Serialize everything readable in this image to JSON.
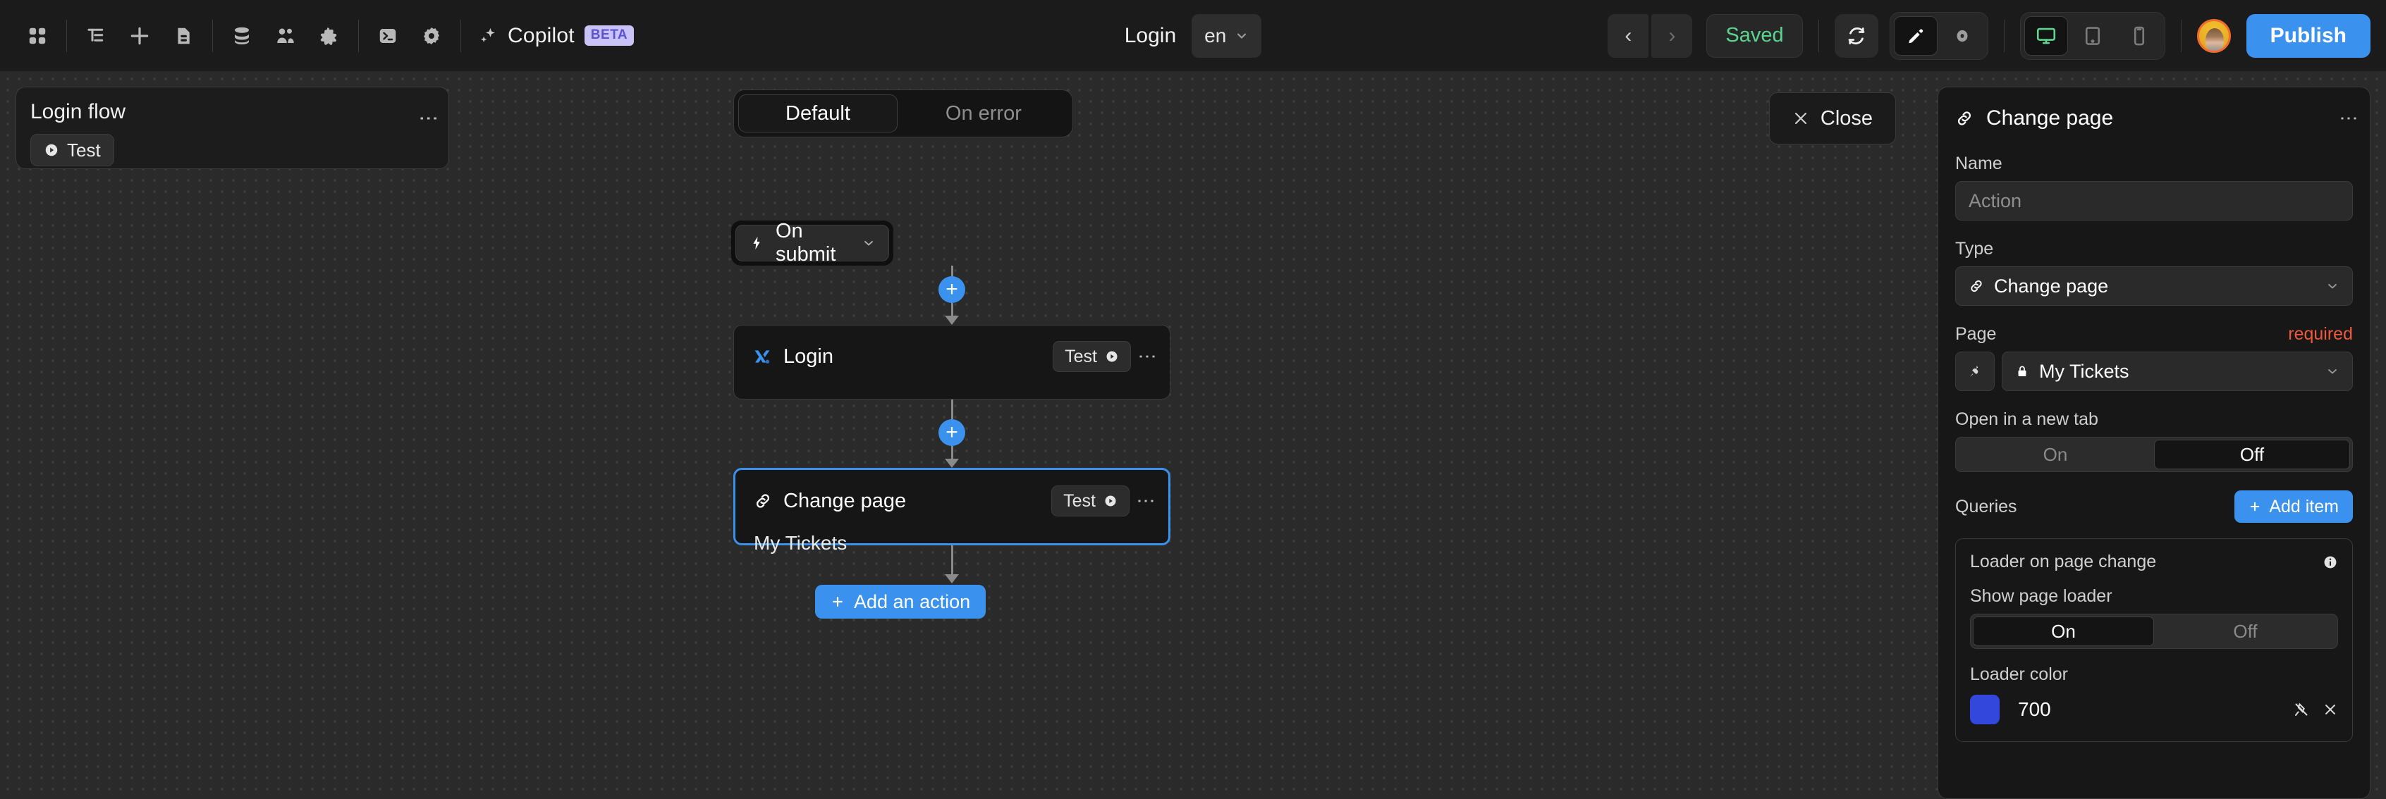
{
  "topbar": {
    "left_icons": [
      {
        "name": "apps-grid-icon",
        "label": "Apps"
      },
      {
        "name": "layers-tree-icon",
        "label": "Layers"
      },
      {
        "name": "plus-icon",
        "label": "Add"
      },
      {
        "name": "page-icon",
        "label": "Pages"
      },
      {
        "name": "database-icon",
        "label": "Data"
      },
      {
        "name": "users-icon",
        "label": "Users"
      },
      {
        "name": "puzzle-icon",
        "label": "Plugins"
      },
      {
        "name": "terminal-icon",
        "label": "Console"
      },
      {
        "name": "gear-icon",
        "label": "Settings"
      }
    ],
    "copilot": {
      "label": "Copilot",
      "badge": "BETA"
    },
    "page_name": "Login",
    "language": "en",
    "nav_back": "‹",
    "nav_forward": "›",
    "save_status": "Saved",
    "save_status_color": "#59d68e",
    "refresh_icon": "refresh-icon",
    "mode_edit": "pencil-icon",
    "mode_preview": "eye-icon",
    "devices": [
      "desktop-icon",
      "tablet-icon",
      "mobile-icon"
    ],
    "active_device": "desktop-icon",
    "device_active_color": "#5fd48f",
    "publish_label": "Publish",
    "publish_color": "#3b92ee"
  },
  "flow_card": {
    "title": "Login flow",
    "test_label": "Test",
    "menu_icon": "kebab-menu-icon"
  },
  "tabs": [
    {
      "label": "Default",
      "active": true
    },
    {
      "label": "On error",
      "active": false
    }
  ],
  "close_button": {
    "label": "Close",
    "icon": "close-icon"
  },
  "flow": {
    "trigger": {
      "label": "On submit",
      "icon": "lightning-icon",
      "chevron": "⌄"
    },
    "nodes": [
      {
        "title": "Login",
        "icon": "xano-icon",
        "test_label": "Test",
        "menu_icon": "kebab-menu-icon",
        "subtitle": "",
        "selected": false
      },
      {
        "title": "Change page",
        "icon": "link-icon",
        "test_label": "Test",
        "menu_icon": "kebab-menu-icon",
        "subtitle": "My Tickets",
        "selected": true
      }
    ],
    "add_action_label": "Add an action",
    "plus_label": "+"
  },
  "panel": {
    "icon": "link-icon",
    "title": "Change page",
    "menu_icon": "kebab-menu-icon",
    "name_label": "Name",
    "name_placeholder": "Action",
    "name_value": "",
    "type_label": "Type",
    "type_value": "Change page",
    "type_icon": "link-icon",
    "page_label": "Page",
    "page_required": "required",
    "page_value": "My Tickets",
    "page_lock_icon": "lock-icon",
    "page_plug_icon": "plug-icon",
    "newtab_label": "Open in a new tab",
    "newtab_options": [
      "On",
      "Off"
    ],
    "newtab_selected": "Off",
    "queries_label": "Queries",
    "add_item_label": "Add item",
    "loader_card_title": "Loader on page change",
    "loader_info_icon": "info-icon",
    "show_loader_label": "Show page loader",
    "show_loader_options": [
      "On",
      "Off"
    ],
    "show_loader_selected": "On",
    "loader_color_label": "Loader color",
    "loader_color_value": "700",
    "loader_color_hex": "#3347dd",
    "loader_unpin_icon": "unpin-icon",
    "loader_clear_icon": "close-icon"
  }
}
